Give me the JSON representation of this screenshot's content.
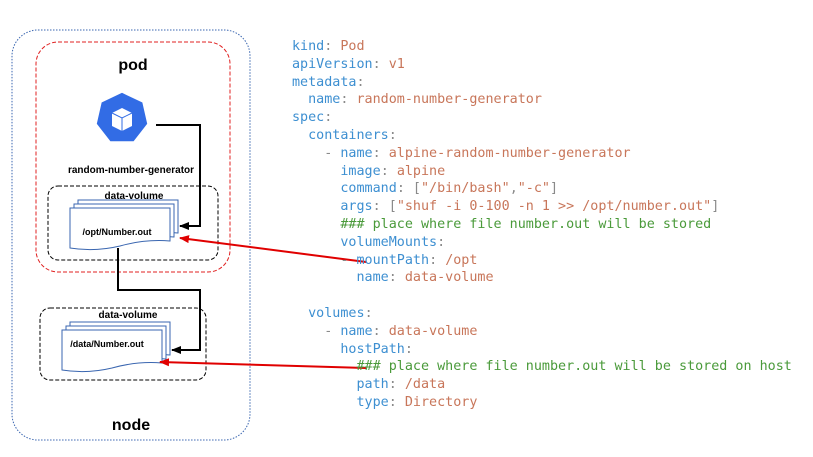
{
  "labels": {
    "pod": "pod",
    "node": "node",
    "pod_icon_text": "pod",
    "pod_name": "random-number-generator",
    "pod_volume_title": "data-volume",
    "pod_volume_file": "/opt/Number.out",
    "node_volume_title": "data-volume",
    "node_volume_file": "/data/Number.out"
  },
  "colors": {
    "key": "#3d8fd1",
    "value": "#c8765a",
    "comment": "#4a9a3a",
    "punct": "#8a8a8a",
    "pod_border": "#e02020",
    "node_border": "#3a66b0",
    "arrow": "#e00000",
    "icon": "#326ce5"
  },
  "icons": {
    "pod_icon": "kubernetes-pod-icon"
  },
  "yaml": {
    "kind_k": "kind",
    "kind_v": "Pod",
    "apiVersion_k": "apiVersion",
    "apiVersion_v": "v1",
    "metadata_k": "metadata",
    "meta_name_k": "name",
    "meta_name_v": "random-number-generator",
    "spec_k": "spec",
    "containers_k": "containers",
    "c_name_k": "name",
    "c_name_v": "alpine-random-number-generator",
    "image_k": "image",
    "image_v": "alpine",
    "command_k": "command",
    "command_v1": "\"/bin/bash\"",
    "command_v2": "\"-c\"",
    "args_k": "args",
    "args_v": "\"shuf -i 0-100 -n 1 >> /opt/number.out\"",
    "comment1": "### place where file number.out will be stored",
    "volumeMounts_k": "volumeMounts",
    "mountPath_k": "mountPath",
    "mountPath_v": "/opt",
    "vm_name_k": "name",
    "vm_name_v": "data-volume",
    "volumes_k": "volumes",
    "vol_name_k": "name",
    "vol_name_v": "data-volume",
    "hostPath_k": "hostPath",
    "comment2": "### place where file number.out will be stored on host",
    "path_k": "path",
    "path_v": "/data",
    "type_k": "type",
    "type_v": "Directory"
  }
}
